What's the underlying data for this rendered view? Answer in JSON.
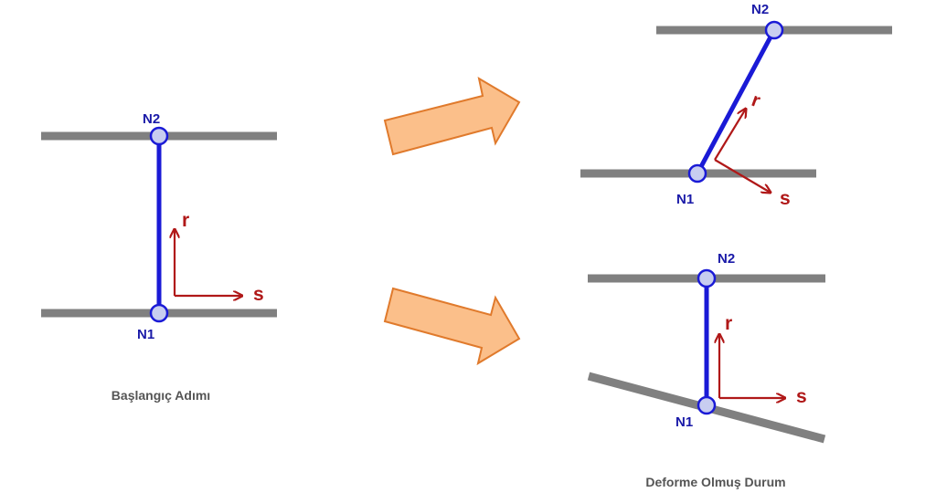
{
  "initial": {
    "caption": "Başlangıç Adımı",
    "node_top": "N2",
    "node_bottom": "N1",
    "axis_r": "r",
    "axis_s": "s"
  },
  "deformed_shear": {
    "node_top": "N2",
    "node_bottom": "N1",
    "axis_r": "r",
    "axis_s": "s"
  },
  "deformed_rotation": {
    "node_top": "N2",
    "node_bottom": "N1",
    "axis_r": "r",
    "axis_s": "s"
  },
  "deformed_caption": "Deforme Olmuş Durum",
  "colors": {
    "beam": "#808080",
    "member": "#1a1ad6",
    "node_fill": "#c8cdf0",
    "axis": "#b01818",
    "arrow_fill": "#fbbf8a",
    "arrow_stroke": "#e07a2c"
  }
}
